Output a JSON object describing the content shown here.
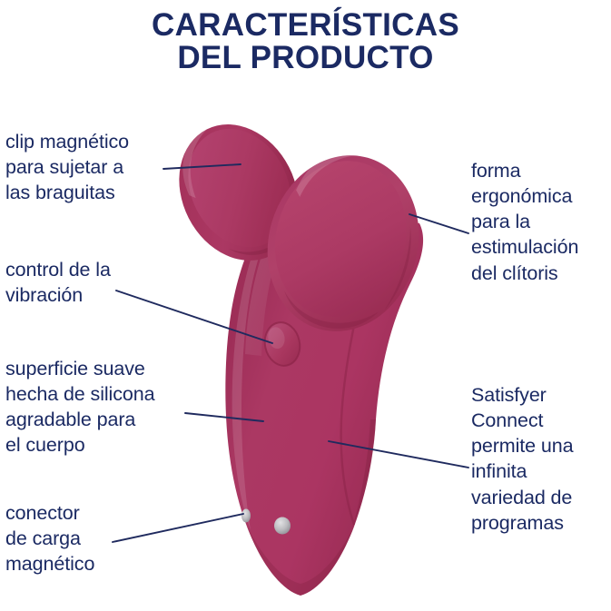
{
  "title": {
    "line1": "CARACTERÍSTICAS",
    "line2": "DEL PRODUCTO"
  },
  "colors": {
    "text_navy": "#1b2a63",
    "leader_line": "#1f2a5e",
    "body_rose": "#a8345f",
    "body_rose_light": "#b24a71",
    "body_rose_dark": "#8a2547",
    "clip_rose": "#a73360",
    "contact_silver": "#b9b9bd",
    "background": "#ffffff"
  },
  "callouts": {
    "clip": {
      "name": "clip-magnetico",
      "lines": [
        "clip magnético",
        "para sujetar a",
        "las braguitas"
      ]
    },
    "control": {
      "name": "control-vibracion",
      "lines": [
        "control de la",
        "vibración"
      ]
    },
    "surface": {
      "name": "superficie-silicona",
      "lines": [
        "superficie suave",
        "hecha de silicona",
        "agradable para",
        "el cuerpo"
      ]
    },
    "charger": {
      "name": "conector-carga",
      "lines": [
        "conector",
        "de carga",
        "magnético"
      ]
    },
    "ergonomic": {
      "name": "forma-ergonomica",
      "lines": [
        "forma",
        "ergonómica",
        "para la",
        "estimulación",
        "del clítoris"
      ]
    },
    "connect": {
      "name": "satisfyer-connect",
      "lines": [
        "Satisfyer",
        "Connect",
        "permite una",
        "infinita",
        "variedad de",
        "programas"
      ]
    }
  },
  "product": {
    "parts": {
      "clip": "magnetic-clip",
      "body": "main-body",
      "top_lobe": "clitoral-stimulator-lobe",
      "button": "control-button",
      "contact_small": "charging-contact-small",
      "contact_large": "charging-contact-large"
    }
  }
}
